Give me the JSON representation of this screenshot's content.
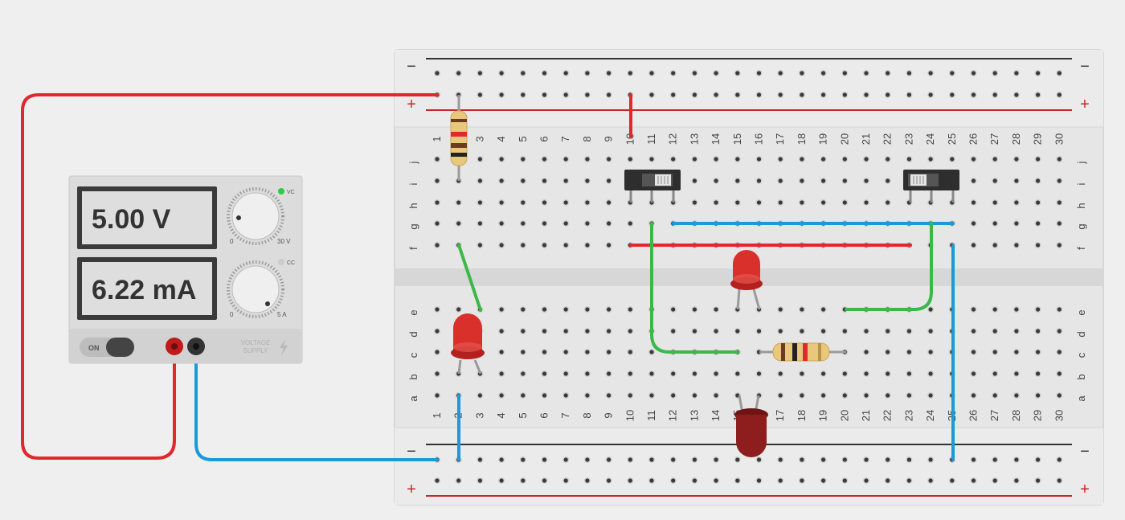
{
  "power_supply": {
    "voltage_display": "5.00 V",
    "current_display": "6.22 mA",
    "vc_label": "VC",
    "cc_label": "CC",
    "voltage_knob_min": "0",
    "voltage_knob_max": "30 V",
    "current_knob_min": "0",
    "current_knob_max": "5 A",
    "switch_label": "ON",
    "brand_line1": "VOLTAGE",
    "brand_line2": "SUPPLY",
    "vc_indicator_color": "#2ecc40",
    "cc_indicator_color": "#cccccc"
  },
  "breadboard": {
    "columns": [
      "1",
      "2",
      "3",
      "4",
      "5",
      "6",
      "7",
      "8",
      "9",
      "10",
      "11",
      "12",
      "13",
      "14",
      "15",
      "16",
      "17",
      "18",
      "19",
      "20",
      "21",
      "22",
      "23",
      "24",
      "25",
      "26",
      "27",
      "28",
      "29",
      "30"
    ],
    "top_rows": [
      "j",
      "i",
      "h",
      "g",
      "f"
    ],
    "bottom_rows": [
      "e",
      "d",
      "c",
      "b",
      "a"
    ],
    "rail_minus": "−",
    "rail_plus": "+"
  },
  "colors": {
    "wire_red": "#e0282e",
    "wire_blue": "#1a9ad6",
    "wire_green": "#3cb84a",
    "led_red": "#d9302c"
  }
}
